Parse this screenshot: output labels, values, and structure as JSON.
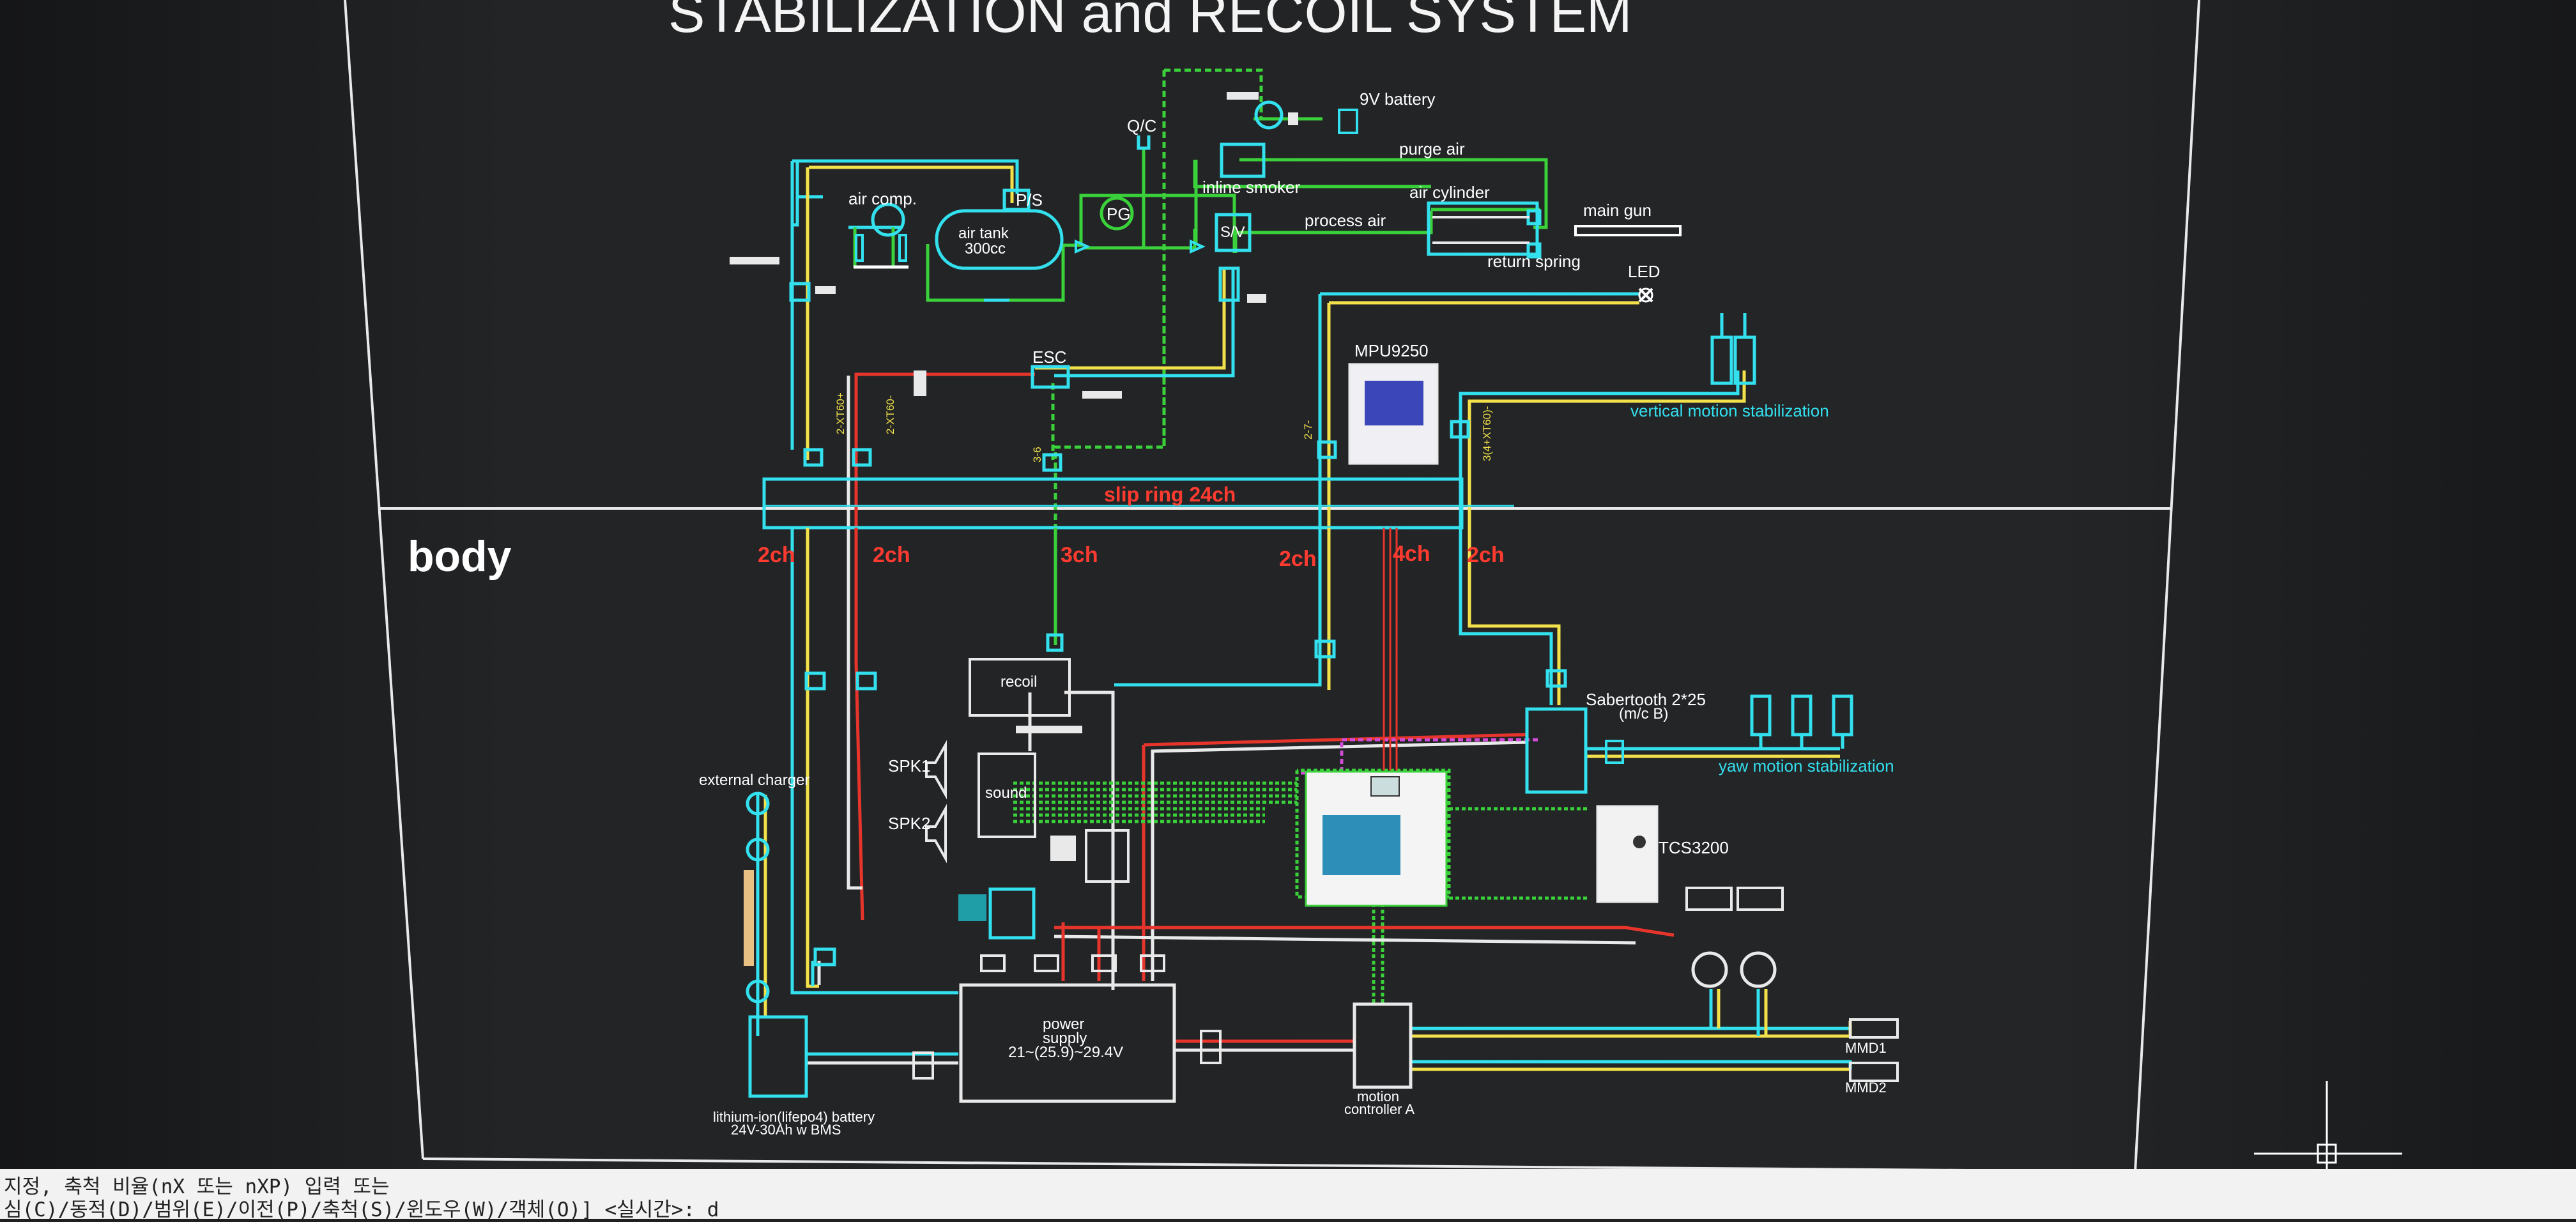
{
  "drawing": {
    "title_partial": "STABILIZATION and  RECOIL SYSTEM",
    "section_label": "body",
    "components": {
      "battery_9v": "9V battery",
      "qc": "Q/C",
      "purge_air": "purge air",
      "air_comp": "air comp.",
      "ps": "P/S",
      "inline_smoker": "inline smoker",
      "air_cylinder": "air cylinder",
      "main_gun": "main gun",
      "pg": "PG",
      "air_tank": "air tank",
      "air_tank_cap": "300cc",
      "process_air": "process air",
      "sv": "S/V",
      "return_spring": "return spring",
      "led": "LED",
      "esc": "ESC",
      "mpu": "MPU9250",
      "vertical_motion": "vertical motion stabilization",
      "slip_ring": "slip ring 24ch",
      "recoil": "recoil",
      "sabertooth": "Sabertooth 2*25",
      "sabertooth_sub": "(m/c B)",
      "yaw_motion": "yaw motion stabilization",
      "external_charger": "external charger",
      "spk1": "SPK1",
      "spk2": "SPK2",
      "sound": "sound",
      "tcs": "TCS3200",
      "power_supply_1": "power",
      "power_supply_2": "supply",
      "power_supply_3": "21~(25.9)~29.4V",
      "battery_1": "lithium-ion(lifepo4) battery",
      "battery_2": "24V-30Ah w BMS",
      "motion_ctrl_1": "motion",
      "motion_ctrl_2": "controller A",
      "mmd1": "MMD1",
      "mmd2": "MMD2"
    },
    "wire_tags": {
      "tag1": "2-XT60+",
      "tag2": "2-XT60-",
      "tag3": "3-6",
      "tag4": "2-7-",
      "tag5": "3(4+XT60)-"
    },
    "channels": [
      "2ch",
      "2ch",
      "3ch",
      "2ch",
      "4ch",
      "2ch"
    ]
  },
  "colors": {
    "cyan": "#33e0ee",
    "yellow": "#f2e14a",
    "red": "#e8352c",
    "green": "#3ad13a",
    "white": "#e9e9e9",
    "magenta": "#d04cd6",
    "background": "#1e2022",
    "channel_label": "#ff3b30"
  },
  "command_line": {
    "line1": "지정, 축척 비율(nX 또는 nXP) 입력 또는",
    "line2": "심(C)/동적(D)/범위(E)/이전(P)/축척(S)/윈도우(W)/객체(O)] <실시간>: d"
  }
}
